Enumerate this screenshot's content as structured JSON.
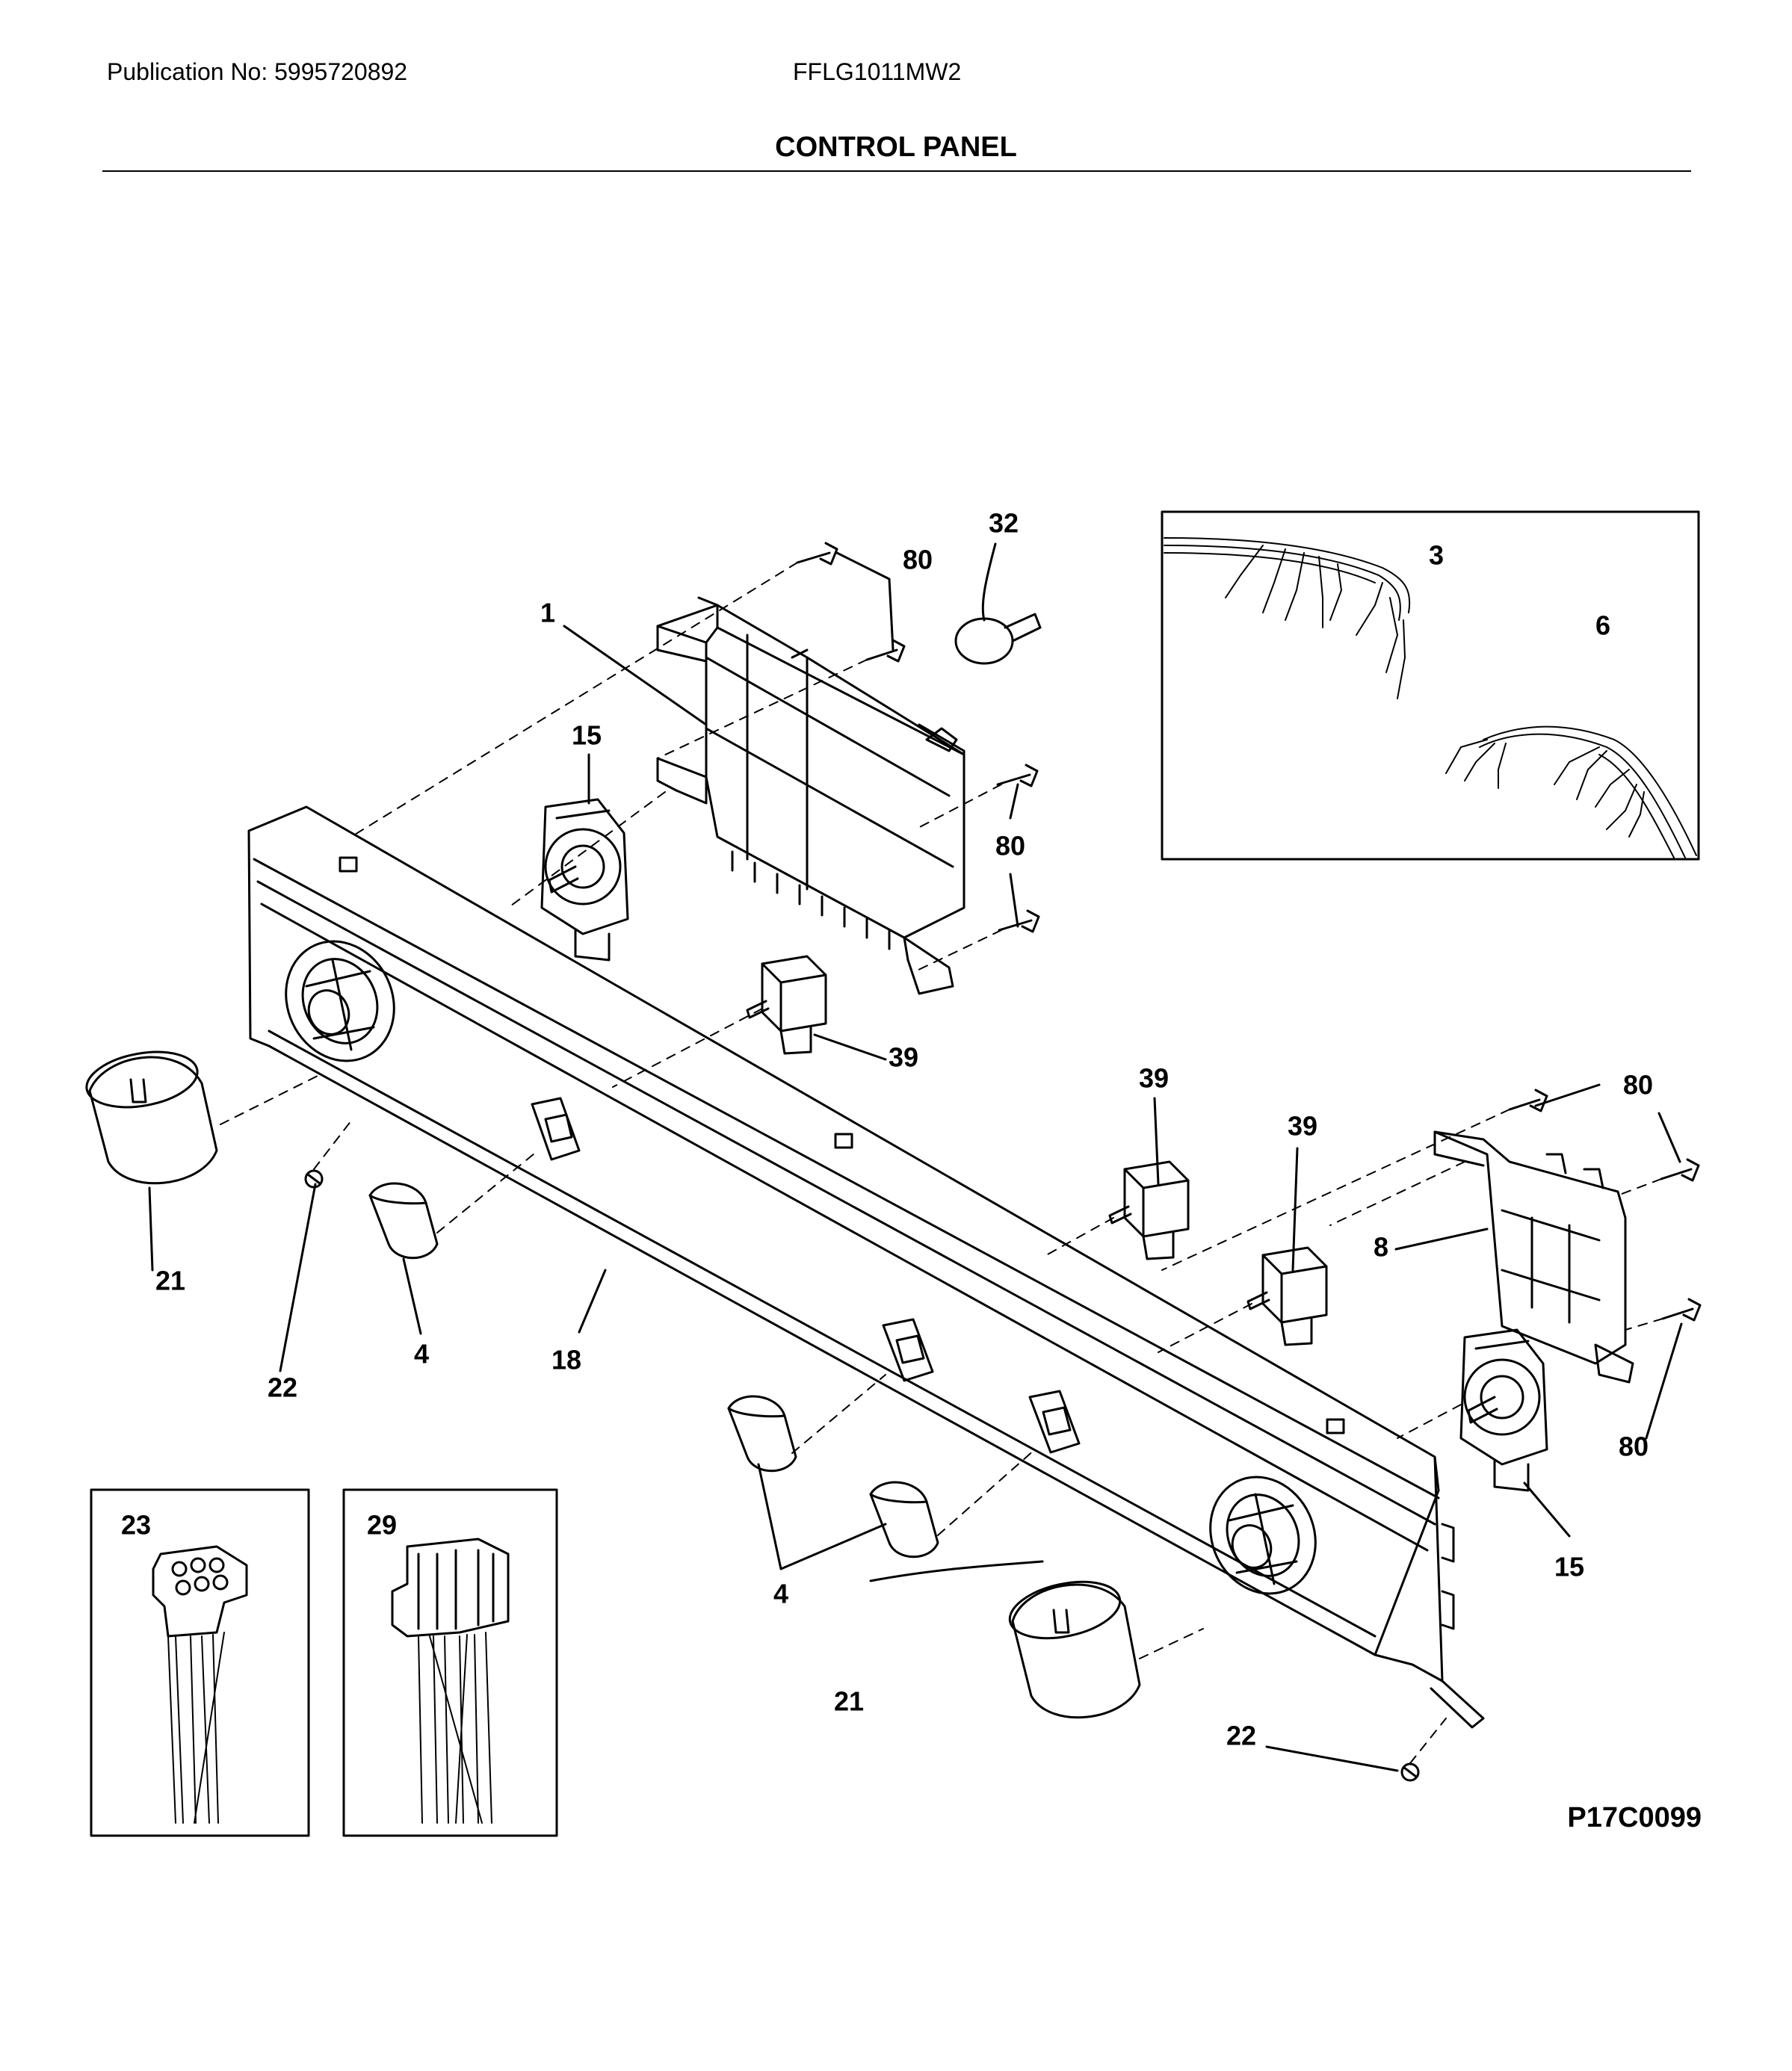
{
  "header": {
    "publication": "Publication No: 5995720892",
    "model": "FFLG1011MW2",
    "title": "CONTROL PANEL"
  },
  "diagram_code": "P17C0099",
  "callouts": {
    "c1": "1",
    "c3": "3",
    "c4a": "4",
    "c4b": "4",
    "c6": "6",
    "c8": "8",
    "c15a": "15",
    "c15b": "15",
    "c18": "18",
    "c21a": "21",
    "c21b": "21",
    "c22a": "22",
    "c22b": "22",
    "c23": "23",
    "c29": "29",
    "c32": "32",
    "c39a": "39",
    "c39b": "39",
    "c39c": "39",
    "c80a": "80",
    "c80b": "80",
    "c80c": "80",
    "c80d": "80"
  }
}
